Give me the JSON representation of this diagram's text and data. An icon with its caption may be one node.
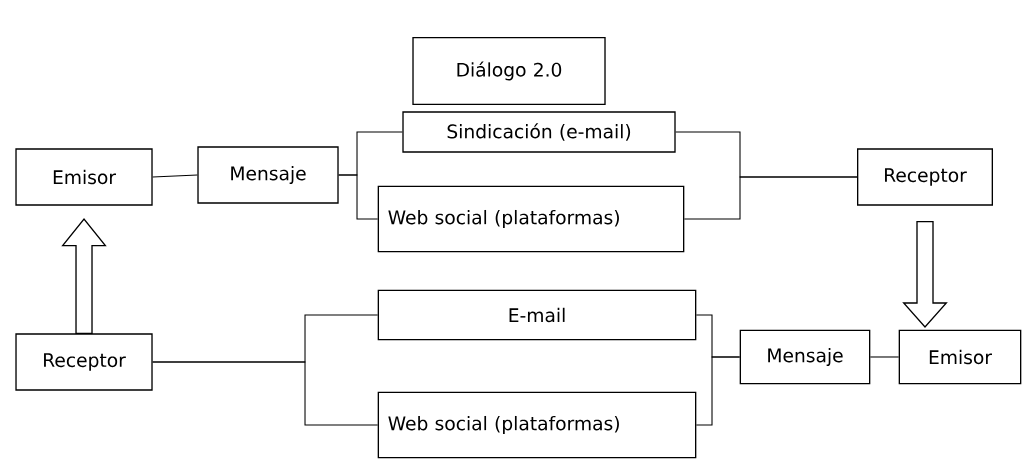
{
  "diagram": {
    "nodes": [
      {
        "text": [
          "Diálogo 2.0"
        ]
      },
      {
        "text": [
          "Emisor"
        ]
      },
      {
        "text": [
          "Mensaje"
        ]
      },
      {
        "text": [
          "Sindicación (e-mail)"
        ]
      },
      {
        "text": [
          "Web social (plataformas)"
        ]
      },
      {
        "text": [
          "Receptor"
        ]
      },
      {
        "text": [
          "Receptor"
        ]
      },
      {
        "text": [
          "E-mail"
        ]
      },
      {
        "text": [
          "Web social (plataformas)"
        ]
      },
      {
        "text": [
          "Mensaje"
        ]
      },
      {
        "text": [
          "Emisor"
        ]
      }
    ],
    "edges": [
      {
        "from": 1,
        "to": 2,
        "arrow": "none"
      },
      {
        "from": 2,
        "to": 3,
        "arrow": "none"
      },
      {
        "from": 2,
        "to": 4,
        "arrow": "none"
      },
      {
        "from": 3,
        "to": 5,
        "arrow": "none"
      },
      {
        "from": 4,
        "to": 5,
        "arrow": "none"
      },
      {
        "from": 5,
        "to": 10,
        "arrow": "to",
        "style": "thick"
      },
      {
        "from": 10,
        "to": 9,
        "arrow": "none"
      },
      {
        "from": 9,
        "to": 7,
        "arrow": "none"
      },
      {
        "from": 9,
        "to": 8,
        "arrow": "none"
      },
      {
        "from": 7,
        "to": 6,
        "arrow": "none"
      },
      {
        "from": 8,
        "to": 6,
        "arrow": "none"
      },
      {
        "from": 6,
        "to": 1,
        "arrow": "to",
        "style": "thick"
      }
    ]
  }
}
